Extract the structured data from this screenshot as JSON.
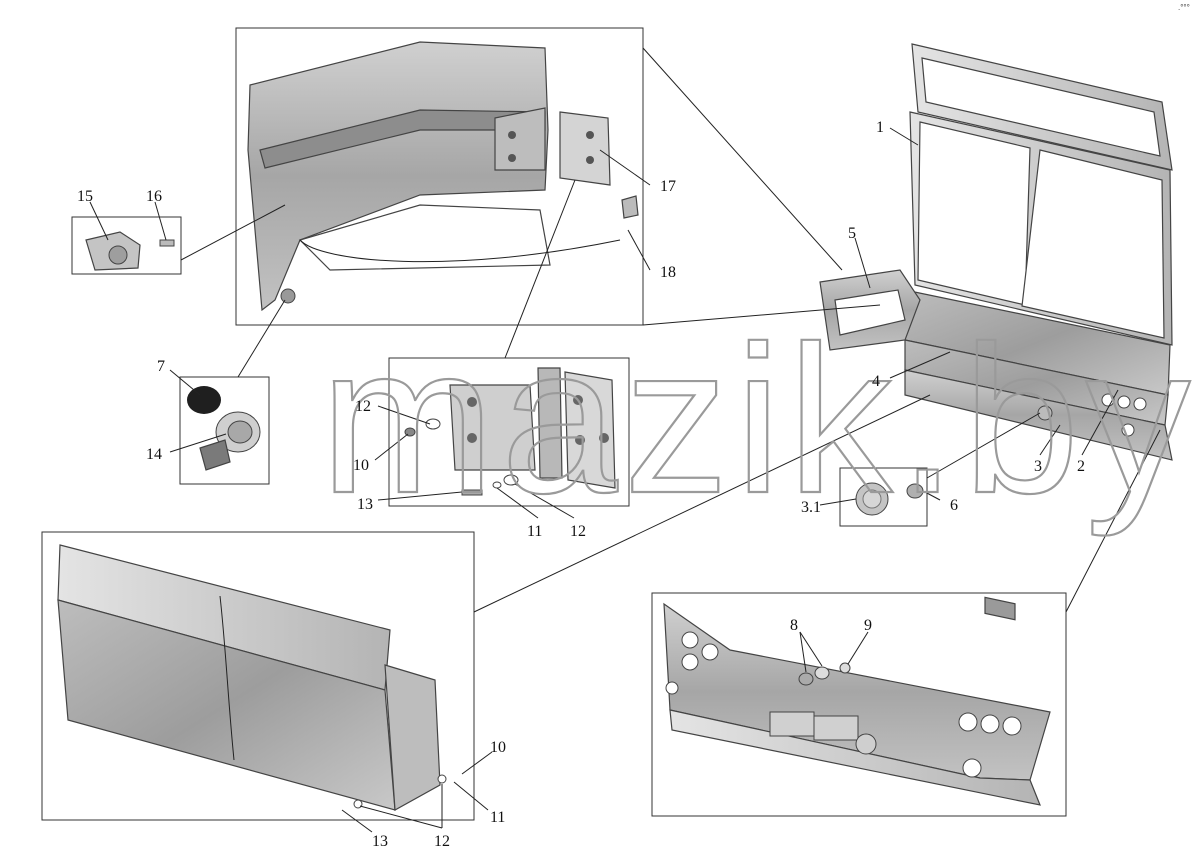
{
  "watermark": "mazik.by",
  "corner_mark": ".°°°",
  "callouts": {
    "c1": "1",
    "c2": "2",
    "c3": "3",
    "c3_1": "3.1",
    "c4": "4",
    "c5": "5",
    "c6": "6",
    "c7": "7",
    "c8": "8",
    "c9": "9",
    "c10a": "10",
    "c11a": "11",
    "c12a": "12",
    "c13a": "13",
    "c10b": "10",
    "c11b": "11",
    "c12b": "12",
    "c13b": "13",
    "c14": "14",
    "c15": "15",
    "c16": "16",
    "c17": "17",
    "c18": "18"
  }
}
